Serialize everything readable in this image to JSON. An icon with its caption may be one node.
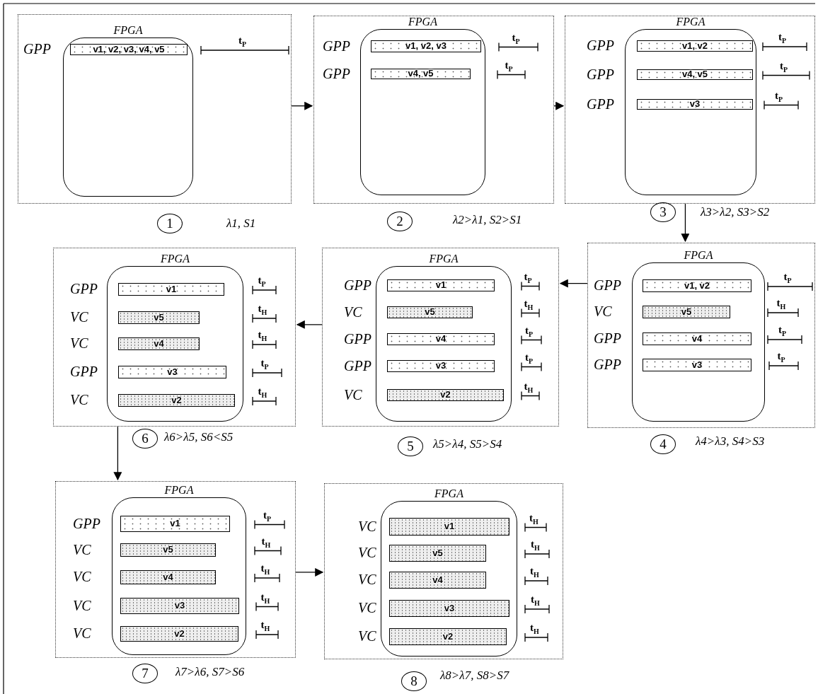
{
  "diagram": {
    "nodes": [
      {
        "text": [],
        "shape": "box"
      },
      {
        "text": [
          "FPGA"
        ],
        "in": 0
      },
      {
        "text": [
          "v1, v2, v3, v4, v5"
        ],
        "in": 1,
        "beside": [
          "GPP"
        ]
      },
      {
        "text": [
          "1"
        ],
        "beside": [
          "λ1, S1"
        ]
      },
      {
        "text": [],
        "shape": "box"
      },
      {
        "text": [
          "FPGA"
        ],
        "in": 4
      },
      {
        "text": [
          "v1, v2, v3"
        ],
        "in": 5,
        "beside": [
          "GPP"
        ]
      },
      {
        "text": [
          "v4, v5"
        ],
        "in": 5,
        "beside": [
          "GPP"
        ]
      },
      {
        "text": [
          "2"
        ],
        "beside": [
          "λ2>λ1, S2>S1"
        ]
      },
      {
        "text": [],
        "shape": "box"
      },
      {
        "text": [
          "FPGA"
        ],
        "in": 9
      },
      {
        "text": [
          "v1, v2"
        ],
        "in": 10,
        "beside": [
          "GPP"
        ]
      },
      {
        "text": [
          "v4, v5"
        ],
        "in": 10,
        "beside": [
          "GPP"
        ]
      },
      {
        "text": [
          "v3"
        ],
        "in": 10,
        "beside": [
          "GPP"
        ]
      },
      {
        "text": [
          "3"
        ],
        "beside": [
          "λ3>λ2, S3>S2"
        ]
      },
      {
        "text": [],
        "shape": "box"
      },
      {
        "text": [
          "FPGA"
        ],
        "in": 15
      },
      {
        "text": [
          "v1, v2"
        ],
        "in": 16,
        "beside": [
          "GPP"
        ]
      },
      {
        "text": [
          "v5"
        ],
        "in": 16,
        "beside": [
          "VC"
        ]
      },
      {
        "text": [
          "v4"
        ],
        "in": 16,
        "beside": [
          "GPP"
        ]
      },
      {
        "text": [
          "v3"
        ],
        "in": 16,
        "beside": [
          "GPP"
        ]
      },
      {
        "text": [
          "4"
        ],
        "beside": [
          "λ4>λ3, S4>S3"
        ]
      },
      {
        "text": [],
        "shape": "box"
      },
      {
        "text": [
          "FPGA"
        ],
        "in": 22
      },
      {
        "text": [
          "v1"
        ],
        "in": 23,
        "beside": [
          "GPP"
        ]
      },
      {
        "text": [
          "v5"
        ],
        "in": 23,
        "beside": [
          "VC"
        ]
      },
      {
        "text": [
          "v4"
        ],
        "in": 23,
        "beside": [
          "GPP"
        ]
      },
      {
        "text": [
          "v3"
        ],
        "in": 23,
        "beside": [
          "GPP"
        ]
      },
      {
        "text": [
          "v2"
        ],
        "in": 23,
        "beside": [
          "VC"
        ]
      },
      {
        "text": [
          "5"
        ],
        "beside": [
          "λ5>λ4, S5>S4"
        ]
      },
      {
        "text": [],
        "shape": "box"
      },
      {
        "text": [
          "FPGA"
        ],
        "in": 30
      },
      {
        "text": [
          "v1"
        ],
        "in": 31,
        "beside": [
          "GPP"
        ]
      },
      {
        "text": [
          "v5"
        ],
        "in": 31,
        "beside": [
          "VC"
        ]
      },
      {
        "text": [
          "v4"
        ],
        "in": 31,
        "beside": [
          "VC"
        ]
      },
      {
        "text": [
          "v3"
        ],
        "in": 31,
        "beside": [
          "GPP"
        ]
      },
      {
        "text": [
          "v2"
        ],
        "in": 31,
        "beside": [
          "VC"
        ]
      },
      {
        "text": [
          "6"
        ],
        "beside": [
          "λ6>λ5, S6<S5"
        ]
      },
      {
        "text": [],
        "shape": "box"
      },
      {
        "text": [
          "FPGA"
        ],
        "in": 38
      },
      {
        "text": [
          "v1"
        ],
        "in": 39,
        "beside": [
          "GPP"
        ]
      },
      {
        "text": [
          "v5"
        ],
        "in": 39,
        "beside": [
          "VC"
        ]
      },
      {
        "text": [
          "v4"
        ],
        "in": 39,
        "beside": [
          "VC"
        ]
      },
      {
        "text": [
          "v3"
        ],
        "in": 39,
        "beside": [
          "VC"
        ]
      },
      {
        "text": [
          "v2"
        ],
        "in": 39,
        "beside": [
          "VC"
        ]
      },
      {
        "text": [
          "7"
        ],
        "beside": [
          "λ7>λ6, S7>S6"
        ]
      },
      {
        "text": [],
        "shape": "box"
      },
      {
        "text": [
          "FPGA"
        ],
        "in": 46
      },
      {
        "text": [
          "v1"
        ],
        "in": 47,
        "beside": [
          "VC"
        ]
      },
      {
        "text": [
          "v5"
        ],
        "in": 47,
        "beside": [
          "VC"
        ]
      },
      {
        "text": [
          "v4"
        ],
        "in": 47,
        "beside": [
          "VC"
        ]
      },
      {
        "text": [
          "v3"
        ],
        "in": 47,
        "beside": [
          "VC"
        ]
      },
      {
        "text": [
          "v2"
        ],
        "in": 47,
        "beside": [
          "VC"
        ]
      },
      {
        "text": [
          "8"
        ],
        "beside": [
          "λ8>λ7, S8>S7"
        ]
      }
    ],
    "labels": [
      "t$_{P}$",
      "t$_{P}$",
      "t$_{P}$",
      "t$_{P}$",
      "t$_{P}$",
      "t$_{P}$",
      "t$_{P}$",
      "t$_{H}$",
      "t$_{P}$",
      "t$_{P}$",
      "t$_{P}$",
      "t$_{H}$",
      "t$_{P}$",
      "t$_{P}$",
      "t$_{H}$",
      "t$_{P}$",
      "t$_{H}$",
      "t$_{H}$",
      "t$_{P}$",
      "t$_{H}$",
      "t$_{P}$",
      "t$_{H}$",
      "t$_{H}$",
      "t$_{H}$",
      "t$_{H}$",
      "t$_{H}$",
      "t$_{H}$",
      "t$_{H}$",
      "t$_{H}$",
      "t$_{H}$"
    ],
    "edges": [
      {
        "from": 0,
        "to": 4,
        "arrow": "to"
      },
      {
        "from": 4,
        "to": 9,
        "arrow": "to"
      },
      {
        "from": 9,
        "to": 15,
        "arrow": "to"
      },
      {
        "from": 15,
        "to": 22,
        "arrow": "to"
      },
      {
        "from": 22,
        "to": 30,
        "arrow": "to"
      },
      {
        "from": 30,
        "to": 38,
        "arrow": "to"
      },
      {
        "from": 38,
        "to": 46,
        "arrow": "to"
      }
    ]
  }
}
